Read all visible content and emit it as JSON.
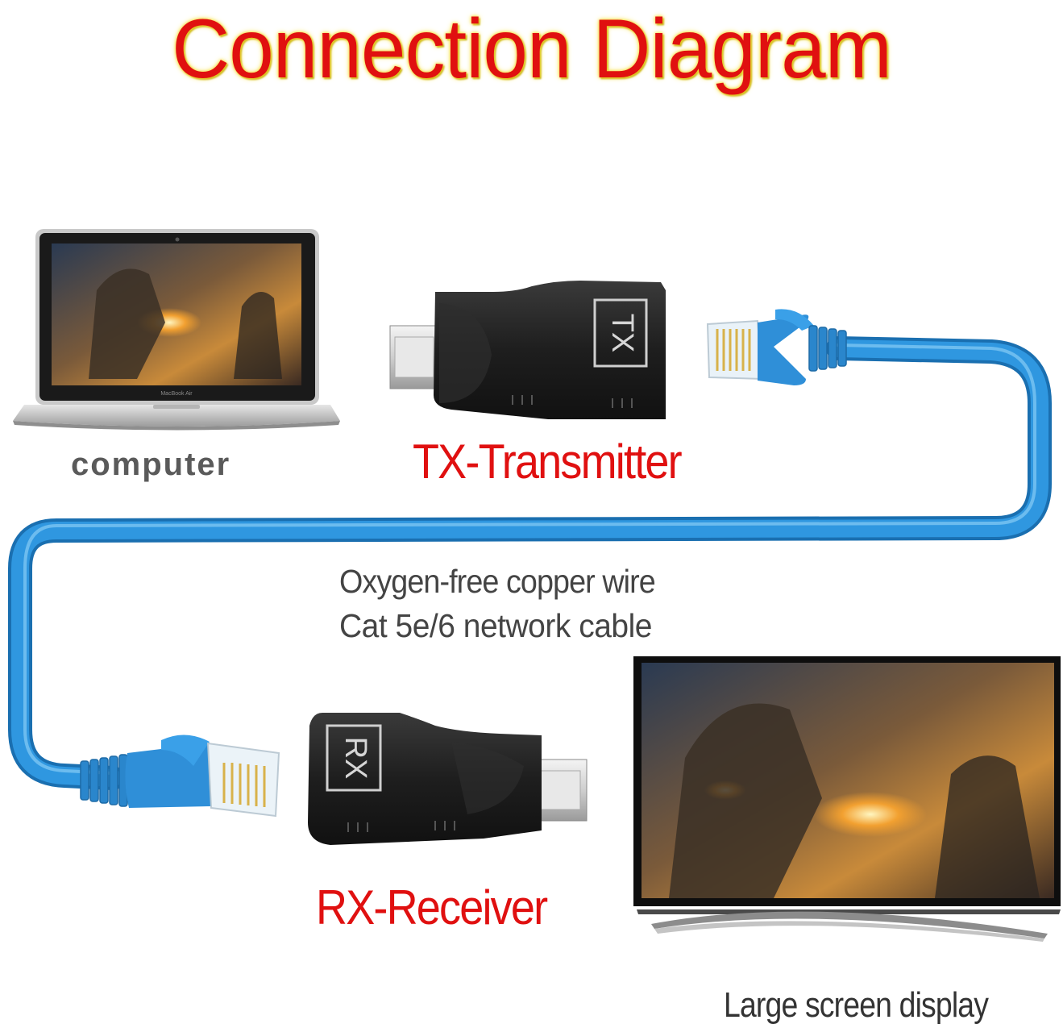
{
  "title": "Connection Diagram",
  "labels": {
    "computer": "computer",
    "transmitter": "TX-Transmitter",
    "cable_line1": "Oxygen-free copper wire",
    "cable_line2": "Cat 5e/6 network cable",
    "receiver": "RX-Receiver",
    "display": "Large screen display"
  },
  "device_marks": {
    "tx": "TX",
    "rx": "RX",
    "laptop_brand": "MacBook Air"
  },
  "colors": {
    "title": "#e01010",
    "title_glow": "#f6e24a",
    "cable": "#2a8fd8",
    "adapter": "#1c1c1c"
  },
  "icons": [
    "laptop-icon",
    "hdmi-adapter-icon",
    "rj45-plug-icon",
    "tv-icon"
  ]
}
